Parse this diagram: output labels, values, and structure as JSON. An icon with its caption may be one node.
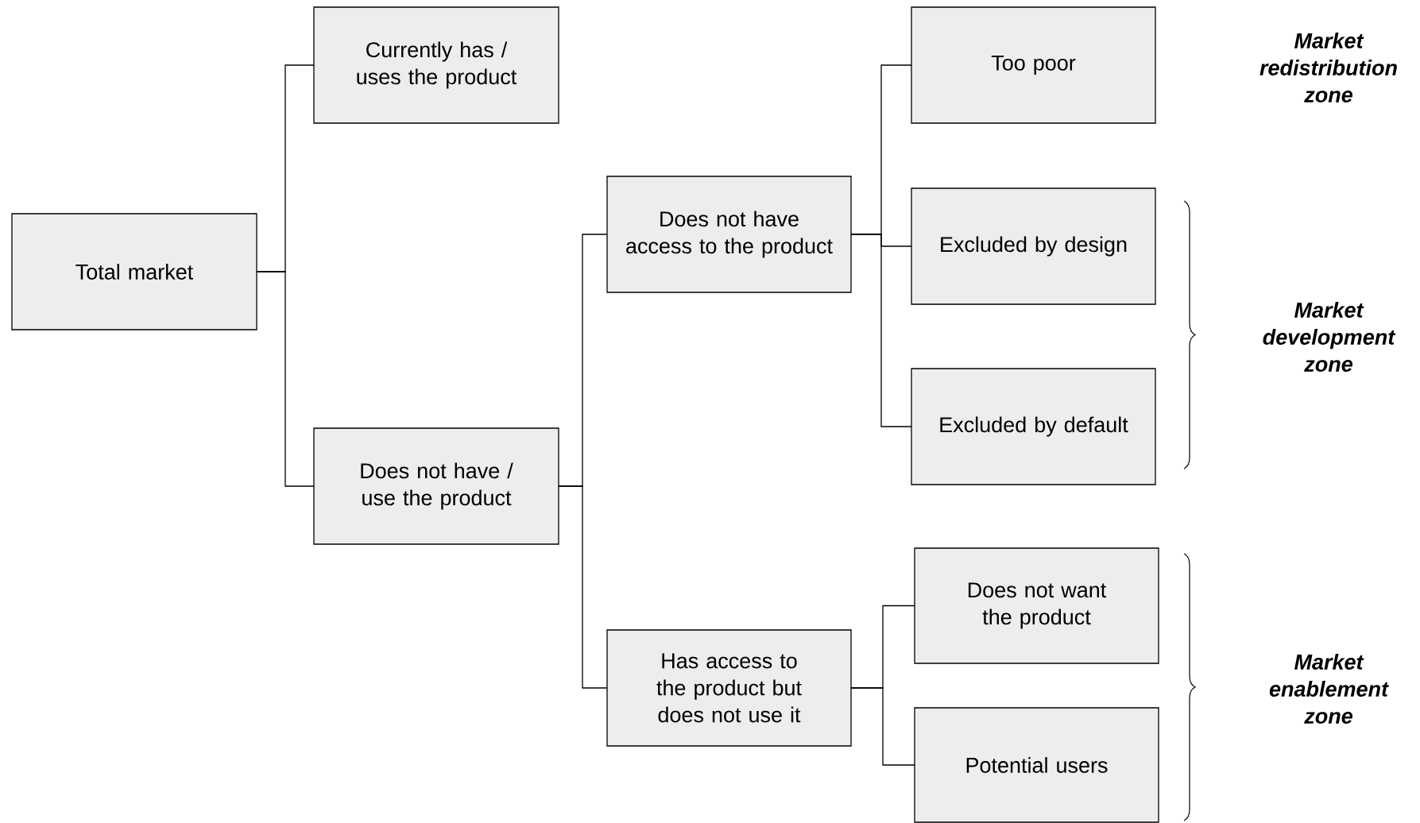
{
  "diagram": {
    "nodes": [
      {
        "text": [
          "Total market"
        ]
      },
      {
        "text": [
          "Currently has / uses the product"
        ]
      },
      {
        "text": [
          "Does not have / use the product"
        ]
      },
      {
        "text": [
          "Does not have access to the product"
        ]
      },
      {
        "text": [
          "Has access to the product but does not use it"
        ]
      },
      {
        "text": [
          "Too poor"
        ]
      },
      {
        "text": [
          "Excluded by design"
        ]
      },
      {
        "text": [
          "Excluded by default"
        ]
      },
      {
        "text": [
          "Does not want the product"
        ]
      },
      {
        "text": [
          "Potential users"
        ]
      }
    ],
    "edges": [
      {
        "from": 0,
        "to": 1,
        "arrow": "none"
      },
      {
        "from": 0,
        "to": 2,
        "arrow": "none"
      },
      {
        "from": 2,
        "to": 3,
        "arrow": "none"
      },
      {
        "from": 2,
        "to": 4,
        "arrow": "none"
      },
      {
        "from": 3,
        "to": 5,
        "arrow": "none"
      },
      {
        "from": 3,
        "to": 6,
        "arrow": "none"
      },
      {
        "from": 3,
        "to": 7,
        "arrow": "none"
      },
      {
        "from": 4,
        "to": 8,
        "arrow": "none"
      },
      {
        "from": 4,
        "to": 9,
        "arrow": "none"
      }
    ],
    "labels": [
      "Market redistribution zone",
      "Market development zone",
      "Market enablement zone"
    ]
  }
}
